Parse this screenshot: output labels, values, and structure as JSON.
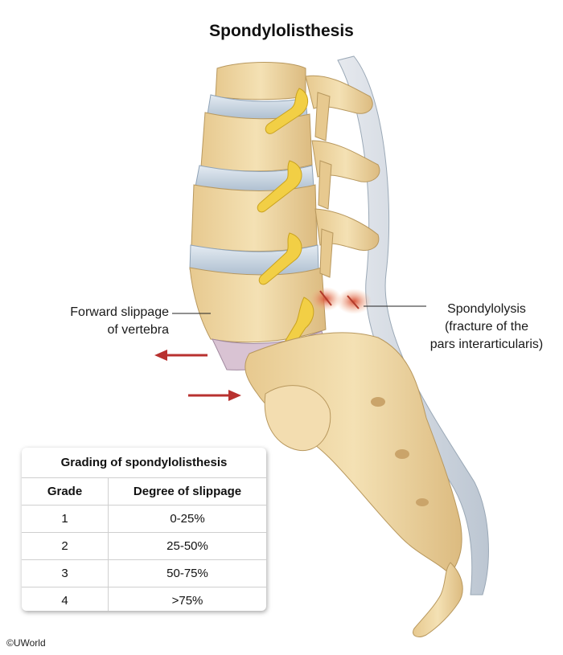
{
  "title": "Spondylolisthesis",
  "labels": {
    "left": [
      "Forward slippage",
      "of vertebra"
    ],
    "right": [
      "Spondylolysis",
      "(fracture of the",
      "pars interarticularis)"
    ]
  },
  "table": {
    "caption": "Grading of spondylolisthesis",
    "headers": [
      "Grade",
      "Degree of slippage"
    ],
    "rows": [
      [
        "1",
        "0-25%"
      ],
      [
        "2",
        "25-50%"
      ],
      [
        "3",
        "50-75%"
      ],
      [
        "4",
        ">75%"
      ]
    ]
  },
  "copyright": "©UWorld",
  "colors": {
    "bone": "#f0d9a8",
    "bone_shadow": "#d9b77a",
    "disc": "#c9d6e3",
    "nerve": "#f2cf45",
    "arrow": "#b8312f",
    "fracture": "#e79a6a"
  }
}
